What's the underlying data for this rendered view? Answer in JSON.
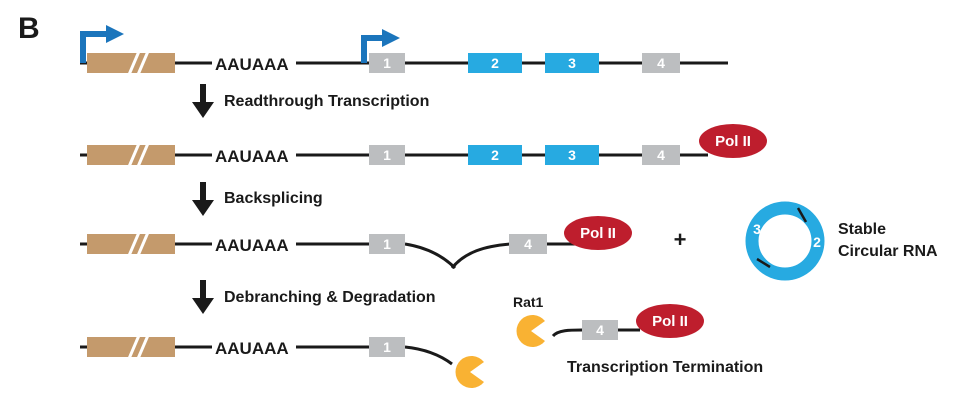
{
  "panel_label": "B",
  "polya_signal": "AAUAAA",
  "exons": {
    "e1": "1",
    "e2": "2",
    "e3": "3",
    "e4": "4"
  },
  "steps": {
    "readthrough": "Readthrough Transcription",
    "backsplicing": "Backsplicing",
    "debranching": "Debranching & Degradation"
  },
  "polymerase_label": "Pol II",
  "plus_sign": "+",
  "circular_rna_label_line1": "Stable",
  "circular_rna_label_line2": "Circular RNA",
  "rat1_label": "Rat1",
  "termination_label": "Transcription Termination",
  "colors": {
    "upstream_gene": "#c49a6c",
    "exon_gray": "#bcbec0",
    "exon_blue": "#27aae1",
    "pol2_red": "#be1e2d",
    "rat1_orange": "#f9b233",
    "promoter_arrow": "#1b75bc",
    "line": "#1a1a1a"
  }
}
